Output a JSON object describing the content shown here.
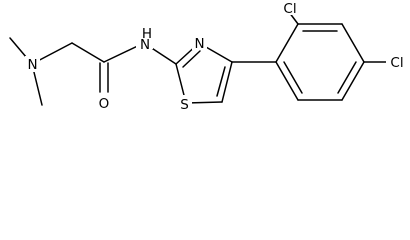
{
  "molecule": {
    "atoms": {
      "n_dimethyl": "N",
      "o_carbonyl": "O",
      "n_amide": "N",
      "h_amide": "H",
      "n_thiazole": "N",
      "s_thiazole": "S",
      "cl_ortho": "Cl",
      "cl_para": "Cl"
    }
  }
}
